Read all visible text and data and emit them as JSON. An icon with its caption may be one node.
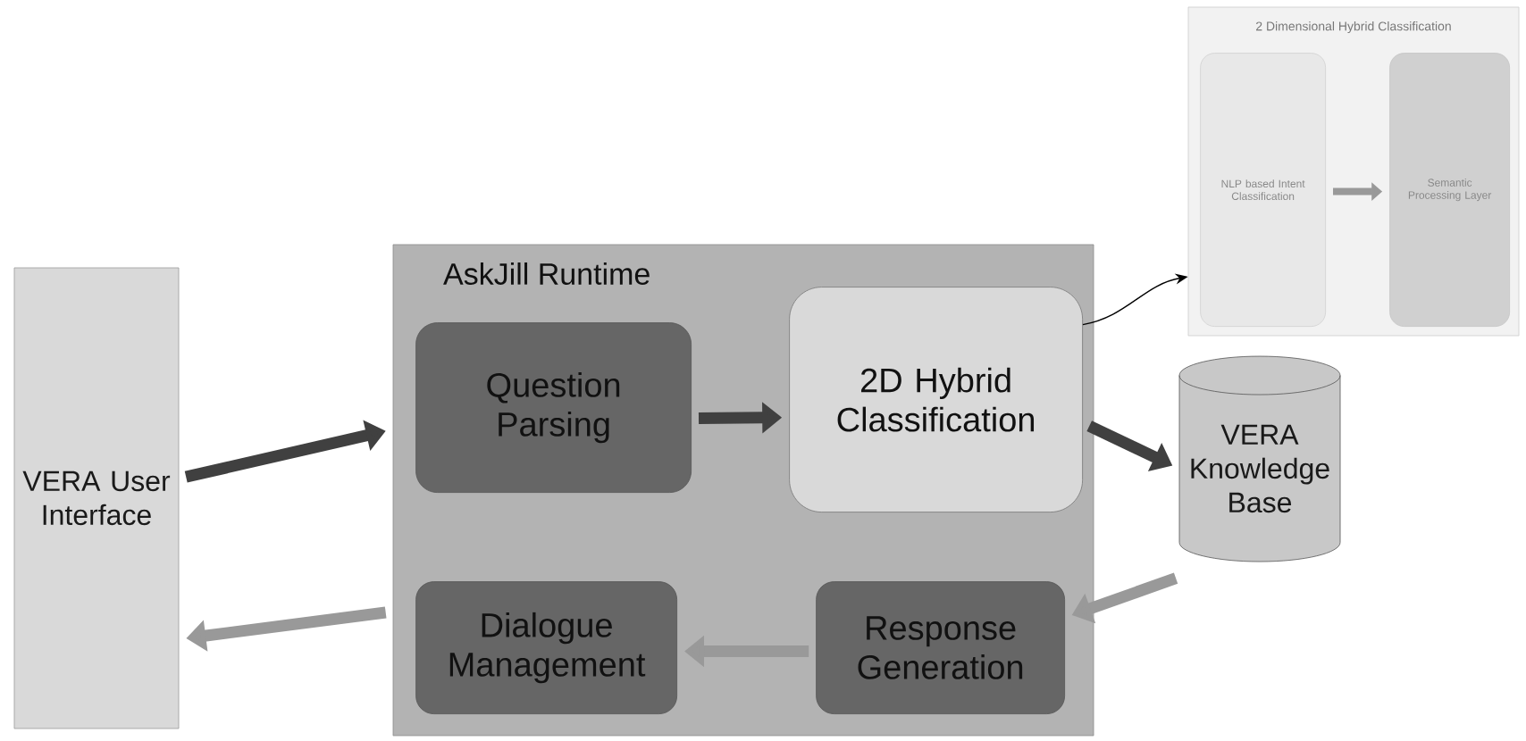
{
  "diagram": {
    "nodes": [
      {
        "text": [
          "VERA User Interface"
        ]
      },
      {
        "text": [
          "AskJill Runtime"
        ]
      },
      {
        "text": [
          "Question Parsing"
        ],
        "in": 1
      },
      {
        "text": [
          "2D Hybrid Classification"
        ],
        "in": 1
      },
      {
        "text": [
          "Dialogue Management"
        ],
        "in": 1
      },
      {
        "text": [
          "Response Generation"
        ],
        "in": 1
      },
      {
        "text": [
          "VERA Knowledge Base"
        ]
      },
      {
        "text": [
          "2 Dimensional Hybrid Classification"
        ]
      },
      {
        "text": [
          "NLP based Intent Classification"
        ],
        "in": 7
      },
      {
        "text": [
          "Semantic Processing Layer"
        ],
        "in": 7
      }
    ],
    "edges": [
      {
        "from": 0,
        "to": 1,
        "arrow": "to",
        "color": "#404040"
      },
      {
        "from": 1,
        "to": 0,
        "arrow": "to",
        "color": "#999999"
      },
      {
        "from": 2,
        "to": 3,
        "arrow": "to",
        "color": "#404040"
      },
      {
        "from": 3,
        "to": 6,
        "arrow": "to",
        "color": "#404040"
      },
      {
        "from": 6,
        "to": 5,
        "arrow": "to",
        "color": "#999999"
      },
      {
        "from": 5,
        "to": 4,
        "arrow": "to",
        "color": "#999999"
      },
      {
        "from": 3,
        "to": 7,
        "arrow": "to",
        "color": "#000000"
      },
      {
        "from": 8,
        "to": 9,
        "arrow": "to",
        "color": "#999999"
      }
    ]
  }
}
